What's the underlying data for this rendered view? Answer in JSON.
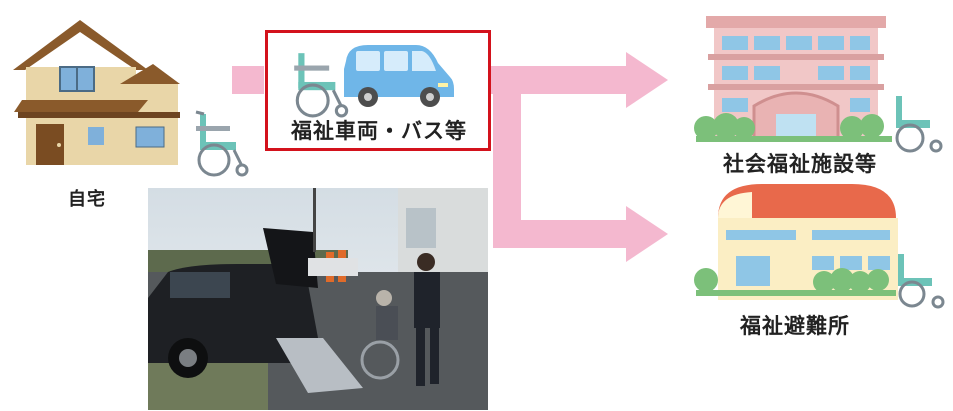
{
  "nodes": {
    "home": {
      "label": "自宅"
    },
    "vehicle": {
      "label": "福祉車両・バス等"
    },
    "facility": {
      "label": "社会福祉施設等"
    },
    "shelter": {
      "label": "福祉避難所"
    }
  },
  "colors": {
    "arrow": "#f4b8cf",
    "highlight_border": "#d3121c",
    "van": "#6fb6e8",
    "facility_wall": "#f1c7c7",
    "shelter_roof": "#e8694b",
    "house_roof": "#8a5a2b"
  },
  "icons": [
    "house-icon",
    "wheelchair-icon",
    "van-icon",
    "care-facility-icon",
    "shelter-building-icon"
  ]
}
